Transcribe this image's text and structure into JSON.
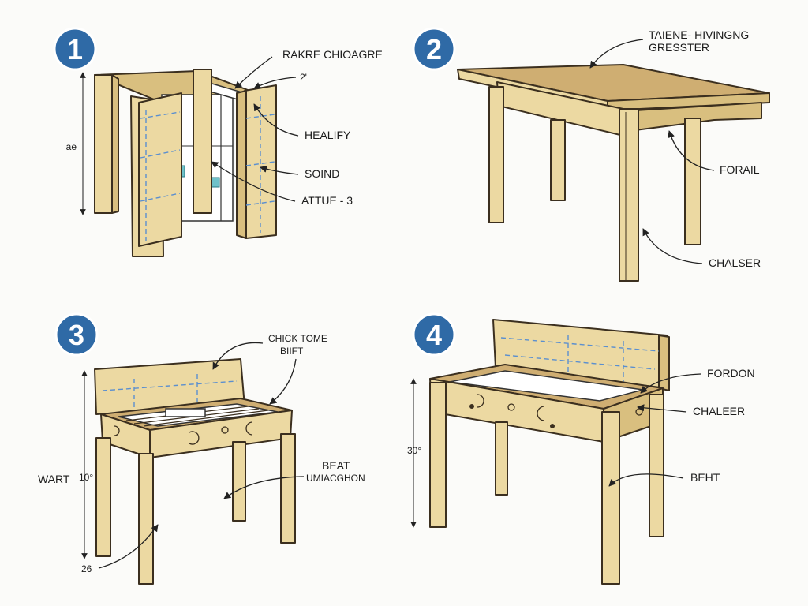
{
  "steps": [
    {
      "number": "1",
      "labels": {
        "top": "RAKRE CHIOAGRE",
        "mark": "2'",
        "a": "HEALIFY",
        "b": "SOIND",
        "c": "ATTUE - 3"
      },
      "dimension": "ae"
    },
    {
      "number": "2",
      "labels": {
        "top_line1": "TAIENE- HIVINGNG",
        "top_line2": "GRESSTER",
        "a": "FORAIL",
        "b": "CHALSER"
      }
    },
    {
      "number": "3",
      "labels": {
        "top_line1": "CHICK TOME",
        "top_line2": "BIIFT",
        "a_line1": "BEAT",
        "a_line2": "UMIACGHON",
        "side": "WART",
        "height": "10°",
        "bottom": "26"
      }
    },
    {
      "number": "4",
      "labels": {
        "a": "FORDON",
        "b": "CHALEER",
        "c": "BEHT",
        "height": "30°"
      }
    }
  ],
  "colors": {
    "badge": "#2f6aa6",
    "wood_light": "#ecd9a2",
    "wood_mid": "#d9bf7f",
    "wood_top": "#cfae72",
    "blueprint": "#5b8fcf"
  }
}
